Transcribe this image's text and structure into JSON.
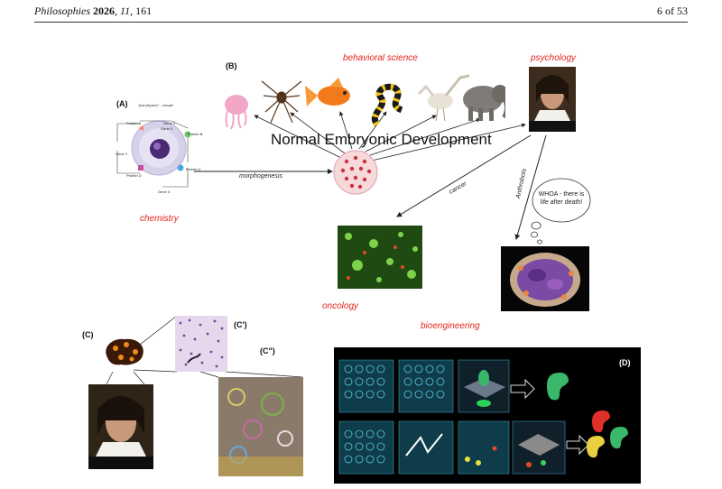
{
  "header": {
    "journal": "Philosophies",
    "year": "2026",
    "volume": "11",
    "article": "161",
    "page": "6 of 53"
  },
  "panels": {
    "a": "(A)",
    "b": "(B)",
    "c": "(C)",
    "c_prime": "(C')",
    "c_double": "(C\")",
    "d": "(D)"
  },
  "fields": {
    "behavioral_science": "behavioral science",
    "psychology": "psychology",
    "chemistry": "chemistry",
    "oncology": "oncology",
    "bioengineering": "bioengineering"
  },
  "arrows": {
    "morphogenesis": "morphogenesis",
    "cancer": "cancer",
    "anthrobots": "Anthrobots"
  },
  "central_label": "Normal Embryonic Development",
  "thought_bubble": "WHOA - there is life after death!",
  "gene_diagram": {
    "title": "\"just physics\" - oocyte",
    "protein_a": "Protein A",
    "protein_b": "Protein B",
    "protein_c": "Protein C",
    "protein_d": "Protein D",
    "gene_1": "Gene 1",
    "gene_2": "Gene 2",
    "gene_3": "Gene 3",
    "gene_4": "Gene 4"
  }
}
